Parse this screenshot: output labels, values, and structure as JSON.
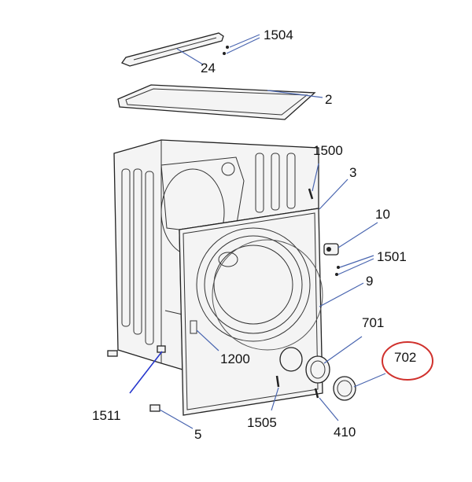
{
  "labels": {
    "p1504": "1504",
    "p24": "24",
    "p2": "2",
    "p1500": "1500",
    "p3": "3",
    "p10": "10",
    "p1501": "1501",
    "p9": "9",
    "p701": "701",
    "p702": "702",
    "p1200": "1200",
    "p1511": "1511",
    "p1505": "1505",
    "p410": "410",
    "p5": "5"
  },
  "highlight": {
    "part": "702",
    "color": "#d0312d"
  },
  "colors": {
    "leader": "#4a66b0",
    "outline": "#222222"
  }
}
